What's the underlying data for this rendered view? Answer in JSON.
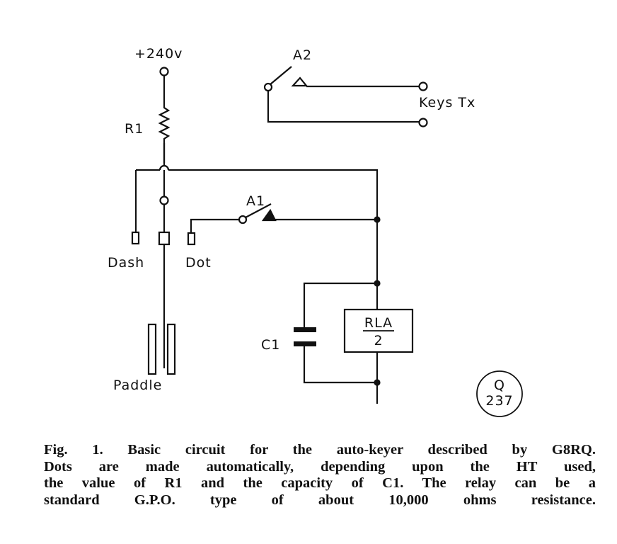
{
  "diagram": {
    "supply_label": "+240v",
    "resistor_label": "R1",
    "contact_a1_label": "A1",
    "contact_a2_label": "A2",
    "keys_label": "Keys Tx",
    "dash_label": "Dash",
    "dot_label": "Dot",
    "paddle_label": "Paddle",
    "capacitor_label": "C1",
    "relay_label_top": "RLA",
    "relay_label_bottom": "2",
    "stamp_letter": "Q",
    "stamp_number": "237"
  },
  "caption": {
    "lines": [
      "Fig. 1.  Basic circuit for the auto-keyer described by G8RQ.",
      "Dots are made automatically, depending upon the HT used,",
      "the value of R1 and the capacity of C1.  The relay can be a",
      "standard G.P.O. type of about 10,000 ohms resistance."
    ]
  }
}
